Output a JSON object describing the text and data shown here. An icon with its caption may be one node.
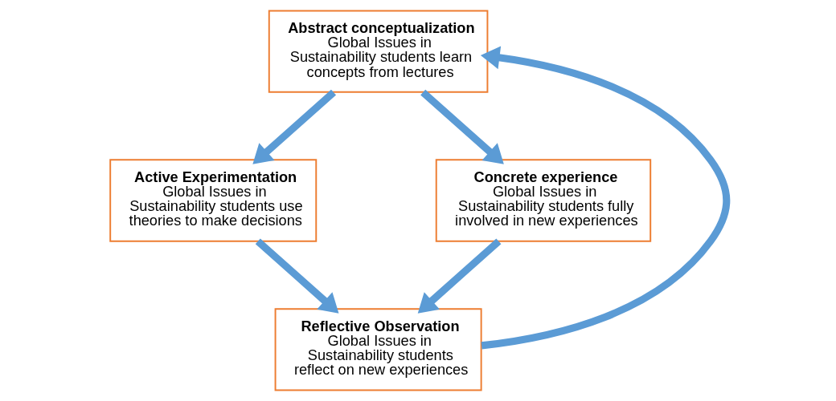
{
  "diagram": {
    "nodes": [
      {
        "text": [
          "Abstract conceptualization",
          "Global Issues in Sustainability students learn concepts from lectures"
        ]
      },
      {
        "text": [
          "Active Experimentation",
          "Global Issues in Sustainability students use theories to make decisions"
        ]
      },
      {
        "text": [
          "Concrete experience",
          "Global Issues in Sustainability students fully involved in new experiences"
        ]
      },
      {
        "text": [
          "Reflective Observation",
          "Global Issues in Sustainability students reflect on new experiences"
        ]
      }
    ],
    "edges": [
      {
        "from": 0,
        "to": 1,
        "arrow": "to"
      },
      {
        "from": 0,
        "to": 2,
        "arrow": "to"
      },
      {
        "from": 2,
        "to": 3,
        "arrow": "to"
      },
      {
        "from": 1,
        "to": 3,
        "arrow": "to"
      },
      {
        "from": 3,
        "to": 0,
        "arrow": "to"
      }
    ]
  }
}
